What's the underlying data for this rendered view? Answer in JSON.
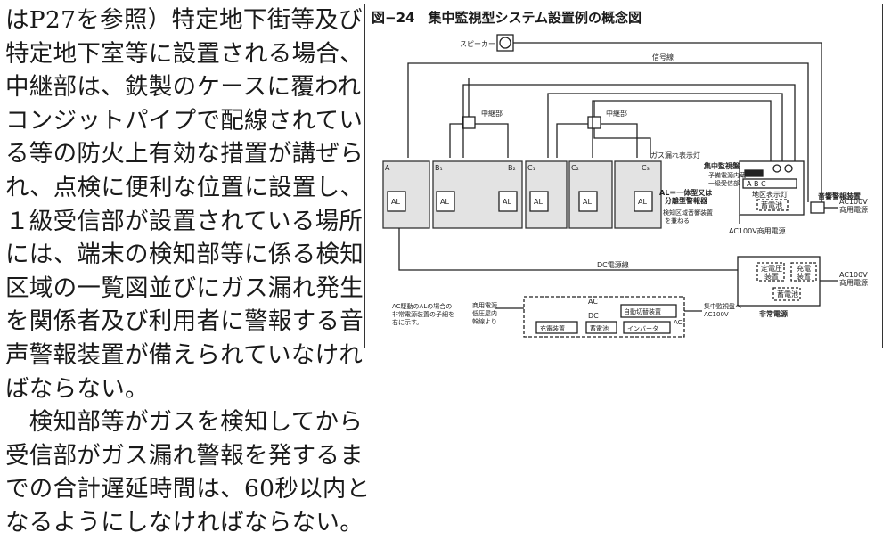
{
  "body_lines": [
    "はP27を参照）特定地下街等及び",
    "特定地下室等に設置される場合、",
    "中継部は、鉄製のケースに覆われ",
    "コンジットパイプで配線されてい",
    "る等の防火上有効な措置が講ぜら",
    "れ、点検に便利な位置に設置し、",
    "１級受信部が設置されている場所",
    "には、端末の検知部等に係る検知",
    "区域の一覧図並びにガス漏れ発生",
    "を関係者及び利用者に警報する音",
    "声警報装置が備えられていなけれ",
    "ばならない。",
    "　検知部等がガスを検知してから",
    "受信部がガス漏れ警報を発するま",
    "での合計遅延時間は、60秒以内と",
    "なるようにしなければならない。"
  ],
  "figure": {
    "title": "図−24　集中監視型システム設置例の概念図",
    "speaker": "スピーカー",
    "signal_line": "信号線",
    "relay1": "中継部",
    "relay2": "中継部",
    "gas_lamp": "ガス漏れ表示灯",
    "zones": [
      "A",
      "B₁",
      "B₂",
      "C₁",
      "C₂",
      "C₃"
    ],
    "al": "AL",
    "monitor_title": "集中監視盤",
    "monitor_sub1": "予備電源内蔵",
    "monitor_sub2": "一級受信部",
    "abc": "A B C",
    "area_lamp": "地区表示灯",
    "battery": "蓄電池",
    "voice_alarm": "音響警報装置",
    "ac100v": "AC100V",
    "commercial": "商用電源",
    "al_note1": "AL＝一体型又は",
    "al_note2": "分離型警報器",
    "al_note3": "検知区域音響装置",
    "al_note4": "を兼ねる",
    "ac_commercial": "AC100V商用電源",
    "dc_line": "DC電源線",
    "const_v": "定電圧",
    "charge": "充電",
    "device": "装置",
    "emergency": "非常電源",
    "note1": "AC駆動のALの場合の",
    "note2": "非常電源装置の子細を",
    "note3": "右に示す。",
    "src1": "商用電源",
    "src2": "低圧屋内",
    "src3": "幹線より",
    "ac": "AC",
    "dc": "DC",
    "auto_switch": "自動切替装置",
    "charger": "充電装置",
    "inverter": "インバータ",
    "to_monitor": "集中監視盤へ",
    "to_ac": "AC100V"
  }
}
